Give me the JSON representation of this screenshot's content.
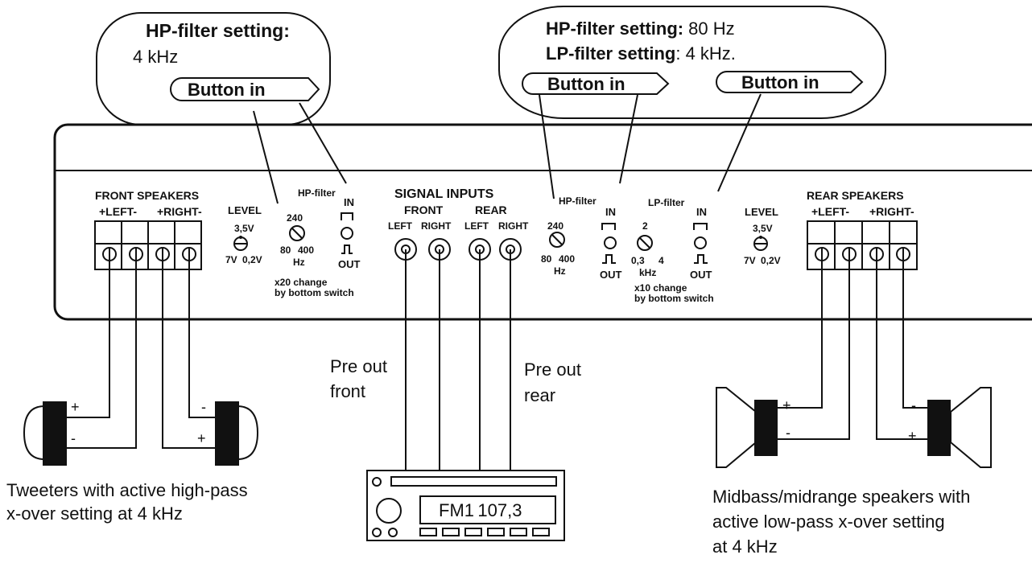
{
  "callouts": {
    "left": {
      "hp_label": "HP-filter setting:",
      "hp_value": "4 kHz",
      "button": "Button in"
    },
    "right": {
      "hp_label": "HP-filter setting:",
      "hp_value": "80 Hz",
      "lp_label": "LP-filter setting",
      "lp_value": ": 4 kHz.",
      "button1": "Button in",
      "button2": "Button in"
    }
  },
  "panel": {
    "front_speakers": {
      "title": "FRONT SPEAKERS",
      "left": "+LEFT-",
      "right": "+RIGHT-"
    },
    "level_front": {
      "title": "LEVEL",
      "top": "3,5V",
      "left": "7V",
      "right": "0,2V"
    },
    "hp_front": {
      "center": "240",
      "left": "80",
      "right": "400",
      "unit": "Hz",
      "note1": "x20 change",
      "note2": "by bottom switch"
    },
    "hp_front_switch": {
      "title": "HP-filter",
      "in": "IN",
      "out": "OUT"
    },
    "signal_inputs": {
      "title": "SIGNAL INPUTS",
      "front": "FRONT",
      "rear": "REAR",
      "left1": "LEFT",
      "right1": "RIGHT",
      "left2": "LEFT",
      "right2": "RIGHT"
    },
    "hp_rear": {
      "title": "HP-filter",
      "center": "240",
      "left": "80",
      "right": "400",
      "unit": "Hz"
    },
    "hp_rear_switch": {
      "in": "IN",
      "out": "OUT"
    },
    "lp_rear": {
      "title": "LP-filter",
      "center": "2",
      "left": "0,3",
      "right": "4",
      "unit": "kHz",
      "note1": "x10 change",
      "note2": "by bottom switch"
    },
    "lp_rear_switch": {
      "in": "IN",
      "out": "OUT"
    },
    "level_rear": {
      "title": "LEVEL",
      "top": "3,5V",
      "left": "7V",
      "right": "0,2V"
    },
    "rear_speakers": {
      "title": "REAR SPEAKERS",
      "left": "+LEFT-",
      "right": "+RIGHT-"
    }
  },
  "pre_out": {
    "front1": "Pre out",
    "front2": "front",
    "rear1": "Pre out",
    "rear2": "rear"
  },
  "radio": {
    "band": "FM1",
    "freq": "107,3"
  },
  "polarity": {
    "plus": "+",
    "minus": "-"
  },
  "captions": {
    "tweeters1": "Tweeters with active high-pass",
    "tweeters2": "x-over setting at 4 kHz",
    "mid1": "Midbass/midrange speakers with",
    "mid2": "active low-pass x-over setting",
    "mid3": "at 4 kHz"
  }
}
